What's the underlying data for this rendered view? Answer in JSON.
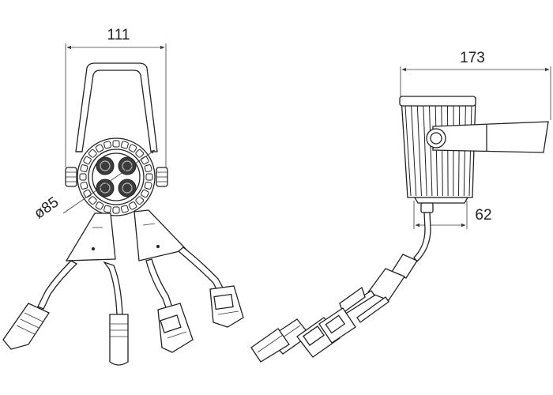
{
  "dimensions": {
    "front_width": "111",
    "diameter": "ø85",
    "side_length": "173",
    "side_depth": "62"
  },
  "colors": {
    "line": "#222222",
    "dimension_line": "#3a3a3a",
    "background": "#ffffff"
  }
}
